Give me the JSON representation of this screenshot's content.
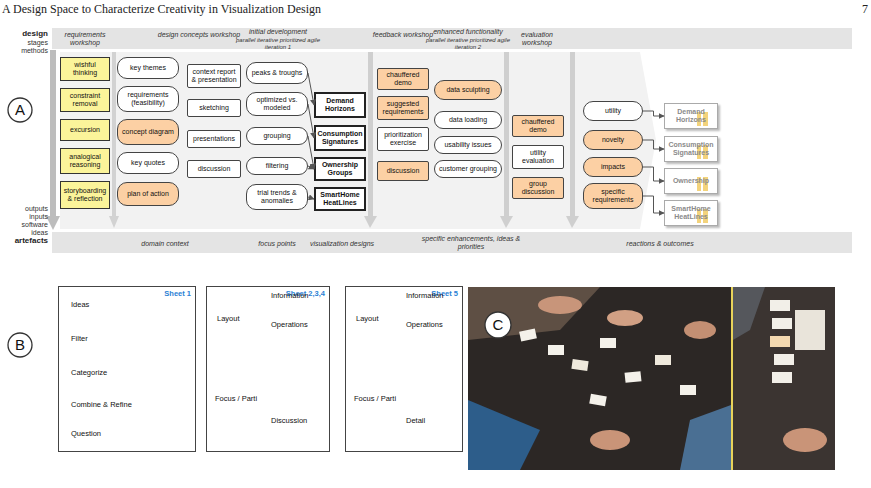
{
  "diagram": {
    "nodes": [
      {
        "text": [
          "A"
        ]
      },
      {
        "text": [
          "wishful thinking"
        ]
      },
      {
        "text": [
          "constraint removal"
        ]
      },
      {
        "text": [
          "excursion"
        ]
      },
      {
        "text": [
          "analogical reasoning"
        ]
      },
      {
        "text": [
          "storyboarding & reflection"
        ]
      },
      {
        "text": [
          "key themes"
        ]
      },
      {
        "text": [
          "requirements (feasibility)"
        ]
      },
      {
        "text": [
          "concept diagram"
        ]
      },
      {
        "text": [
          "key quotes"
        ]
      },
      {
        "text": [
          "plan of action"
        ]
      },
      {
        "text": [
          "context report & presentation"
        ]
      },
      {
        "text": [
          "sketching"
        ]
      },
      {
        "text": [
          "presentations"
        ]
      },
      {
        "text": [
          "discussion"
        ]
      },
      {
        "text": [
          "peaks & troughs"
        ]
      },
      {
        "text": [
          "optimized vs. modeled"
        ]
      },
      {
        "text": [
          "grouping"
        ]
      },
      {
        "text": [
          "filtering"
        ]
      },
      {
        "text": [
          "trial trends & anomalies"
        ]
      },
      {
        "text": [
          "Demand Horizons"
        ]
      },
      {
        "text": [
          "Consumption Signatures"
        ]
      },
      {
        "text": [
          "Ownership Groups"
        ]
      },
      {
        "text": [
          "SmartHome HeatLines"
        ]
      },
      {
        "text": [
          "chauffered demo"
        ]
      },
      {
        "text": [
          "suggested requirements"
        ]
      },
      {
        "text": [
          "prioritization exercise"
        ]
      },
      {
        "text": [
          "discussion"
        ]
      },
      {
        "text": [
          "data sculpting"
        ]
      },
      {
        "text": [
          "data loading"
        ]
      },
      {
        "text": [
          "usability issues"
        ]
      },
      {
        "text": [
          "customer grouping"
        ]
      },
      {
        "text": [
          "chauffered demo"
        ]
      },
      {
        "text": [
          "utility evaluation"
        ]
      },
      {
        "text": [
          "group discussion"
        ]
      },
      {
        "text": [
          "utility"
        ]
      },
      {
        "text": [
          "novelty"
        ]
      },
      {
        "text": [
          "impacts"
        ]
      },
      {
        "text": [
          "specific requirements"
        ]
      },
      {
        "text": [
          "Demand Horizons"
        ]
      },
      {
        "text": [
          "Consumption Signatures"
        ]
      },
      {
        "text": [
          "Ownership"
        ]
      },
      {
        "text": [
          "SmartHome HeatLines"
        ]
      },
      {
        "text": [
          "B"
        ]
      },
      {
        "text": [
          "Sheet 1",
          "Ideas",
          "Filter",
          "Categorize",
          "Combine & Refine",
          "Question"
        ]
      },
      {
        "text": [
          "Sheet 2,3,4",
          "Layout",
          "Information",
          "Operations",
          "Focus / Parti",
          "Discussion"
        ]
      },
      {
        "text": [
          "Sheet 5",
          "Layout",
          "Information",
          "Operations",
          "Focus / Parti",
          "Detail"
        ]
      },
      {
        "text": [
          "C"
        ]
      }
    ],
    "edges": [
      {
        "from": 15,
        "to": 20,
        "arrow": "to"
      },
      {
        "from": 16,
        "to": 21,
        "arrow": "to"
      },
      {
        "from": 17,
        "to": 22,
        "arrow": "to"
      },
      {
        "from": 18,
        "to": 22,
        "arrow": "to"
      },
      {
        "from": 19,
        "to": 23,
        "arrow": "to"
      },
      {
        "from": 35,
        "to": 39,
        "arrow": "to"
      },
      {
        "from": 36,
        "to": 40,
        "arrow": "to"
      },
      {
        "from": 37,
        "to": 41,
        "arrow": "to"
      },
      {
        "from": 38,
        "to": 42,
        "arrow": "to"
      }
    ],
    "labels": [
      "A Design Space to Characterize Creativity in Visualization Design",
      "7",
      "design",
      "stages",
      "methods",
      "requirements workshop",
      "design concepts workshop",
      "initial development",
      "parallel iterative prioritized agile",
      "iteration 1",
      "feedback workshop",
      "enhanced functionality",
      "parallel iterative prioritized agile",
      "iteration 2",
      "evaluation workshop",
      "outputs",
      "inputs",
      "software",
      "ideas",
      "artefacts",
      "domain context",
      "focus points",
      "visualization designs",
      "specific enhancements, ideas & priorities",
      "reactions & outcomes"
    ]
  }
}
